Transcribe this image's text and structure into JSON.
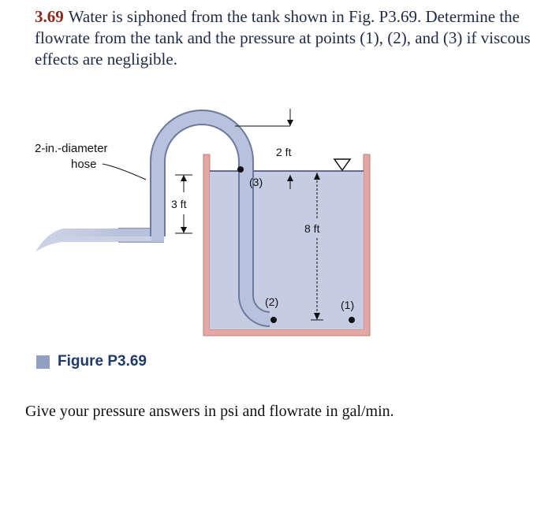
{
  "problem": {
    "number": "3.69",
    "text": "Water is siphoned from the tank shown in Fig. P3.69. Determine the flowrate from the tank and the pressure at points (1), (2), and (3) if viscous effects are negligible."
  },
  "figure": {
    "hose_label_line1": "2-in.-diameter",
    "hose_label_line2": "hose",
    "dim_3ft": "3 ft",
    "dim_2ft": "2 ft",
    "dim_8ft": "8 ft",
    "point_1": "(1)",
    "point_2": "(2)",
    "point_3": "(3)",
    "caption": "Figure P3.69",
    "colors": {
      "water": "#c6cde3",
      "tank_wall": "#e4a8a4",
      "hose_fill": "#b9c2dc",
      "hose_stroke": "#6d7aa0"
    }
  },
  "instruction": "Give your pressure answers in psi and flowrate in gal/min."
}
